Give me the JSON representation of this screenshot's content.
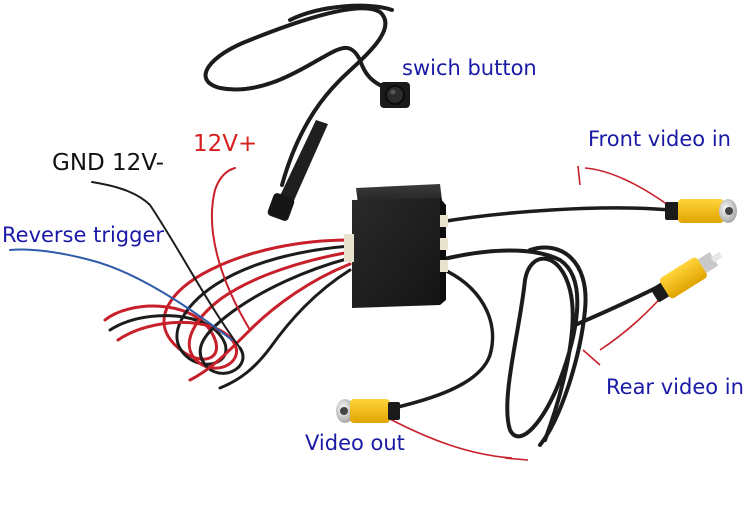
{
  "labels": {
    "switch_button": "swich button",
    "voltage_positive": "12V+",
    "ground_negative": "GND 12V-",
    "reverse_trigger": "Reverse trigger",
    "front_video_in": "Front video in",
    "rear_video_in": "Rear video in",
    "video_out": "Video out"
  },
  "colors": {
    "label_text": "#1a1aa6",
    "label_12v": "#d81e1e",
    "label_gnd": "#111111",
    "cable": "#1c1c1c",
    "connector": "#f2b705",
    "box": "#1f1f1f"
  },
  "icons": {
    "control_box": "control-box-icon",
    "push_button": "push-button-icon",
    "rca_plug": "rca-plug-icon"
  }
}
